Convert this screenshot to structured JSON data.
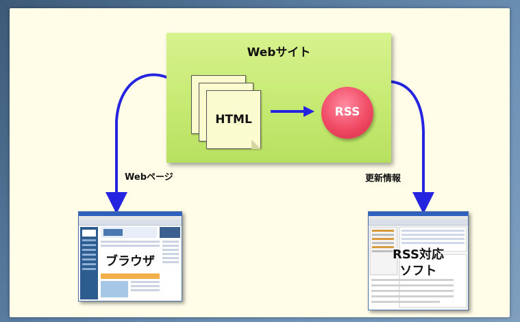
{
  "site": {
    "title": "Webサイト"
  },
  "html_doc": {
    "label": "HTML"
  },
  "rss": {
    "label": "RSS"
  },
  "left_branch": {
    "label": "Webページ"
  },
  "right_branch": {
    "label": "更新情報"
  },
  "browser": {
    "label": "ブラウザ"
  },
  "rss_software": {
    "label_line1": "RSS対応",
    "label_line2": "ソフト"
  },
  "colors": {
    "background": "#fffde8",
    "site_box": "#c6ea72",
    "rss_circle": "#f04a64",
    "arrow": "#2424e0",
    "page": "#fafccf"
  }
}
